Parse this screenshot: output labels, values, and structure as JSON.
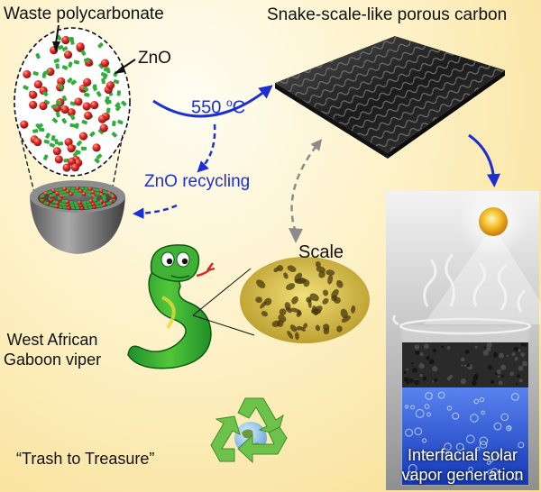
{
  "labels": {
    "waste": "Waste polycarbonate",
    "zno": "ZnO",
    "temp_value": "550 ",
    "temp_unit_o": "o",
    "temp_unit_c": "C",
    "snake_carbon": "Snake-scale-like porous carbon",
    "zno_recycling": "ZnO recycling",
    "scale": "Scale",
    "viper_line1": "West African",
    "viper_line2": "Gaboon viper",
    "trash": "“Trash to Treasure”",
    "solar_line1": "Interfacial solar",
    "solar_line2": "vapor generation"
  },
  "colors": {
    "arrow_blue": "#1c2fd6",
    "arrow_gray": "#8c8c8c",
    "zno_green": "#2fae3c",
    "pc_red": "#d8242a",
    "recycle_green": "#6cc24a",
    "water_blue": "#2c5ae0"
  },
  "icons": [
    "recycle-icon",
    "sun-icon",
    "snake-icon",
    "crucible-icon",
    "beaker-icon"
  ]
}
